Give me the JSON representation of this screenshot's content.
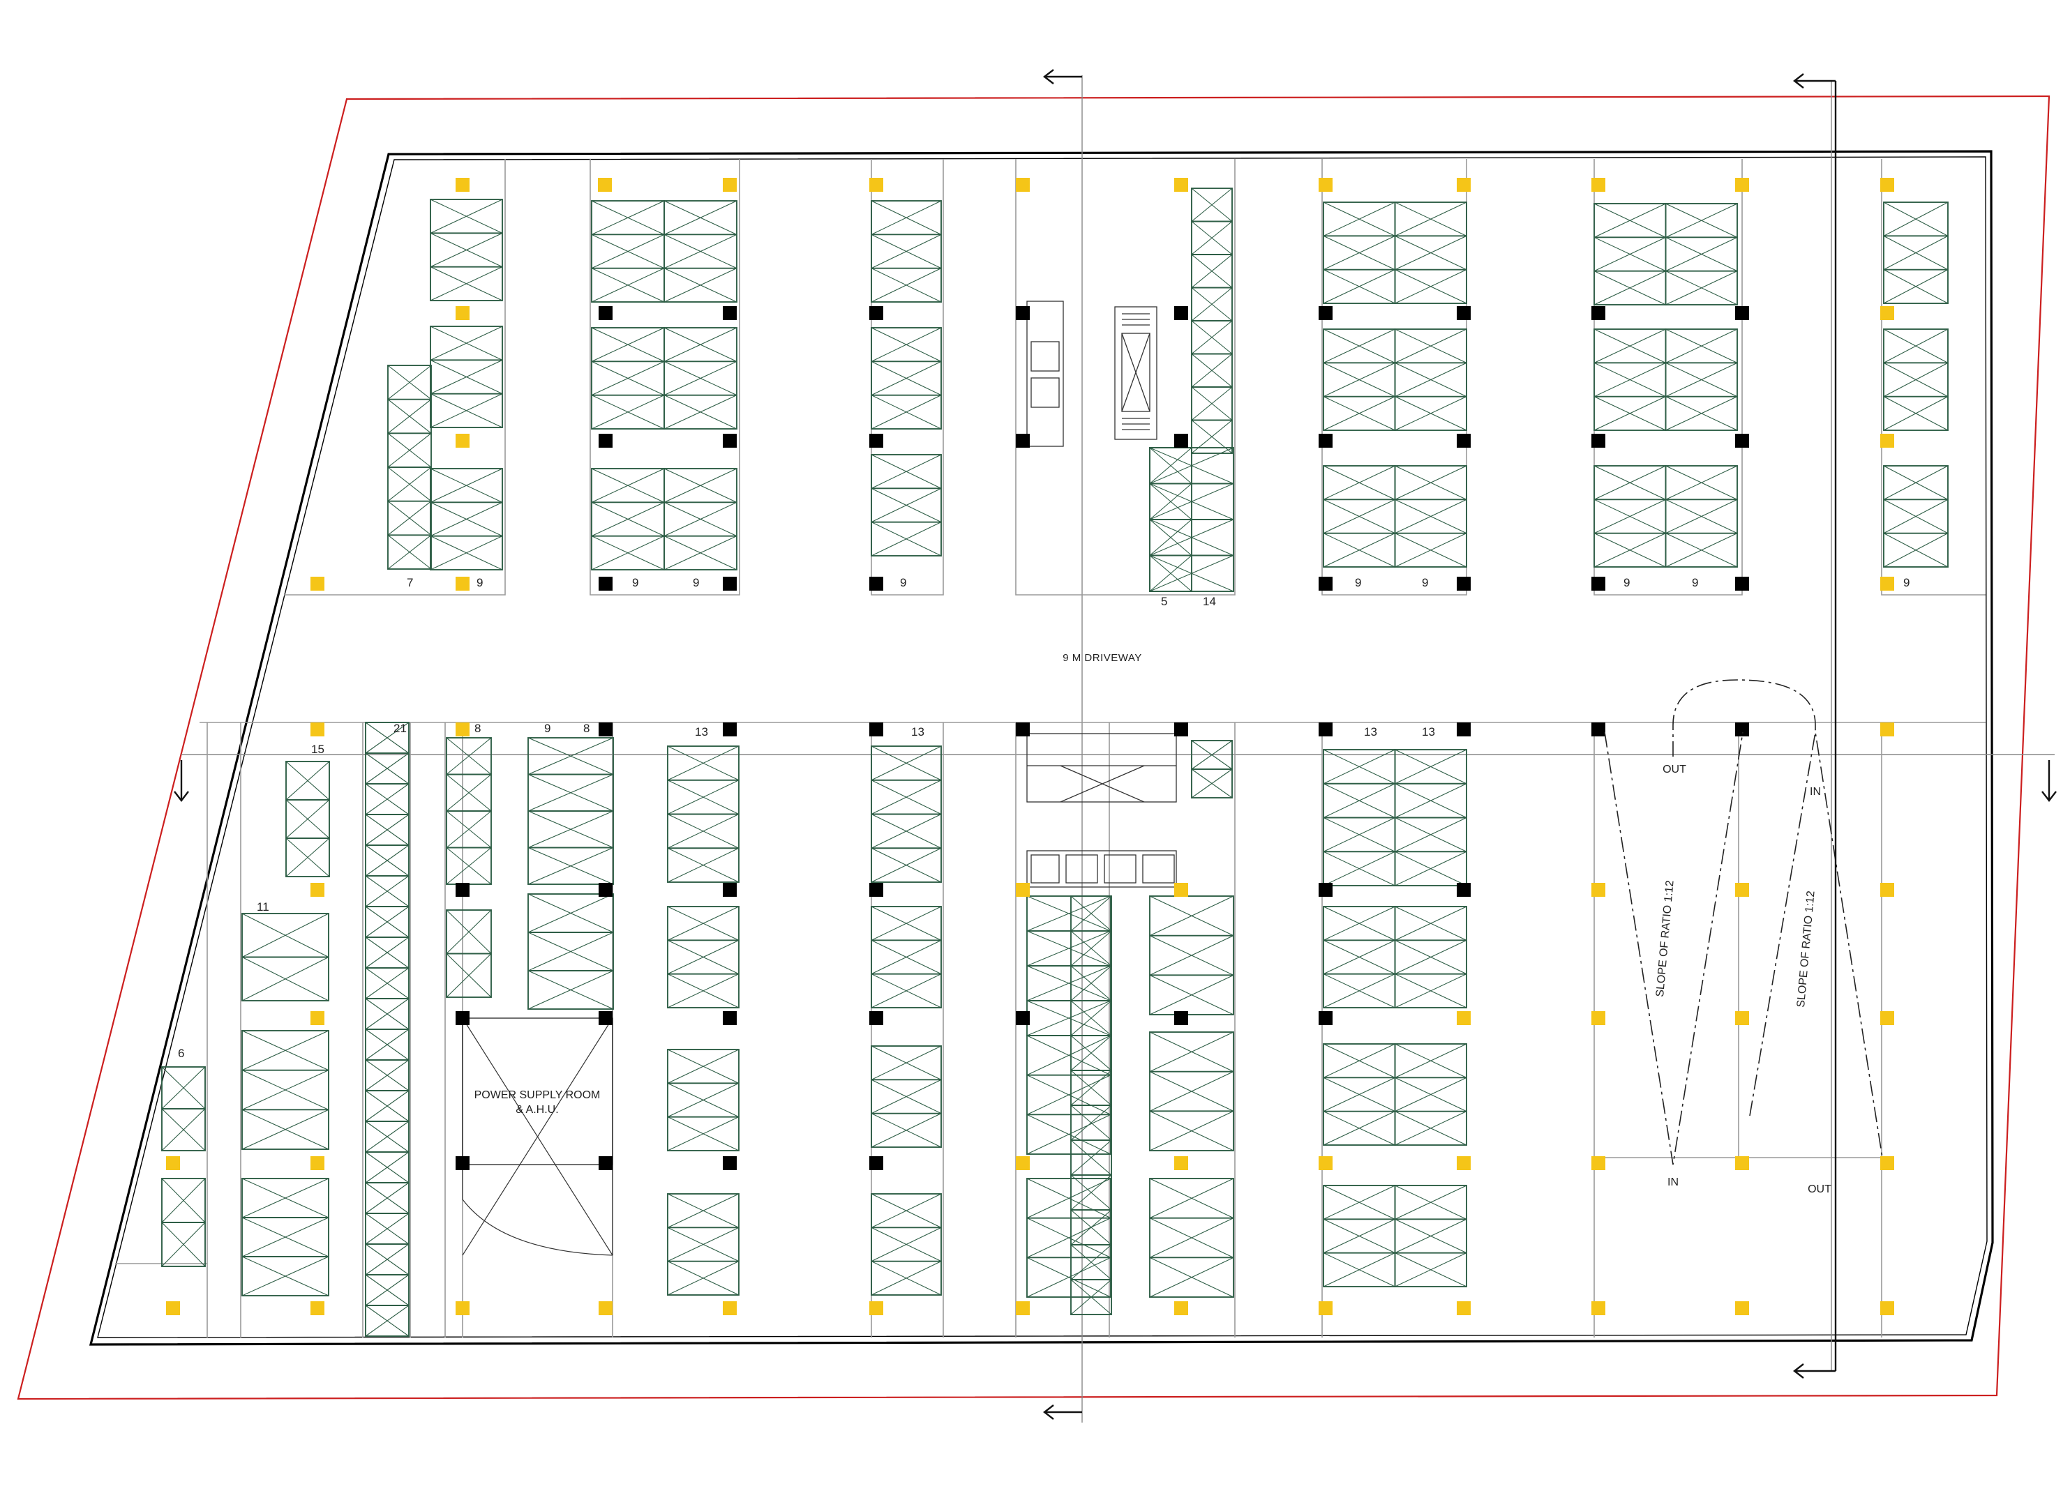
{
  "colors": {
    "site_boundary": "#cc1f1f",
    "building_outline": "#000000",
    "parking_stall": "#2e5e46",
    "column_black": "#000000",
    "column_yellow": "#f5c518",
    "grid_line": "#9a9a9a"
  },
  "labels": {
    "driveway": "9 M DRIVEWAY",
    "power_room_line1": "POWER SUPPLY ROOM",
    "power_room_line2": "& A.H.U.",
    "slope_1": "SLOPE OF RATIO 1:12",
    "slope_2": "SLOPE OF RATIO 1:12",
    "ramp_out_top": "OUT",
    "ramp_in_top": "IN",
    "ramp_in_bottom": "IN",
    "ramp_out_bottom": "OUT"
  },
  "stall_counts": {
    "top": [
      "7",
      "9",
      "9",
      "9",
      "9",
      "5",
      "14",
      "9",
      "9",
      "9",
      "9",
      "9"
    ],
    "bottom": [
      "15",
      "21",
      "8",
      "9",
      "8",
      "13",
      "13",
      "13",
      "13",
      "11",
      "6"
    ]
  },
  "icons": {
    "section_arrow": "section-arrow-icon",
    "ramp_arrow": "ramp-arrow-icon"
  }
}
